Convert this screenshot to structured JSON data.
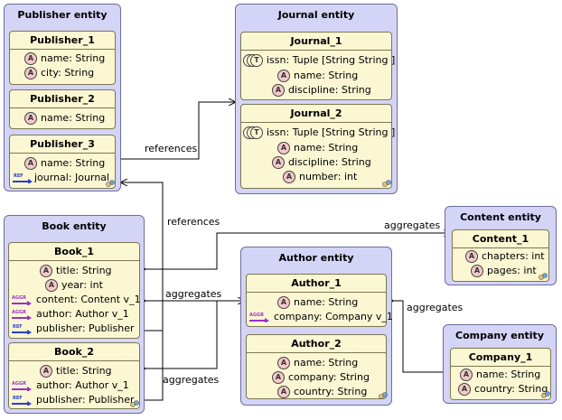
{
  "entities": {
    "publisher": {
      "title": "Publisher entity",
      "items": [
        {
          "name": "Publisher_1",
          "attrs": [
            "name: String",
            "city: String"
          ]
        },
        {
          "name": "Publisher_2",
          "attrs": [
            "name: String"
          ]
        },
        {
          "name": "Publisher_3",
          "attrs": [
            "name: String",
            "journal: Journal"
          ]
        }
      ]
    },
    "journal": {
      "title": "Journal entity",
      "items": [
        {
          "name": "Journal_1",
          "attrs": [
            "issn: Tuple [String String ]",
            "name: String",
            "discipline: String"
          ]
        },
        {
          "name": "Journal_2",
          "attrs": [
            "issn: Tuple [String String ]",
            "name: String",
            "discipline: String",
            "number: int"
          ]
        }
      ]
    },
    "book": {
      "title": "Book entity",
      "items": [
        {
          "name": "Book_1",
          "attrs": [
            "title: String",
            "year: int",
            "content: Content v_1",
            "author: Author v_1",
            "publisher: Publisher"
          ]
        },
        {
          "name": "Book_2",
          "attrs": [
            "title: String",
            "author: Author v_1",
            "publisher: Publisher"
          ]
        }
      ]
    },
    "author": {
      "title": "Author entity",
      "items": [
        {
          "name": "Author_1",
          "attrs": [
            "name: String",
            "company: Company v_1"
          ]
        },
        {
          "name": "Author_2",
          "attrs": [
            "name: String",
            "company: String",
            "country: String"
          ]
        }
      ]
    },
    "content": {
      "title": "Content entity",
      "items": [
        {
          "name": "Content_1",
          "attrs": [
            "chapters: int",
            "pages: int"
          ]
        }
      ]
    },
    "company": {
      "title": "Company entity",
      "items": [
        {
          "name": "Company_1",
          "attrs": [
            "name: String",
            "country: String"
          ]
        }
      ]
    }
  },
  "relations": {
    "references_1": "references",
    "references_2": "references",
    "aggregates_1": "aggregates",
    "aggregates_2": "aggregates",
    "aggregates_3": "aggregates",
    "aggregates_4": "aggregates"
  },
  "icons": {
    "attribute": "A",
    "tuple": "T",
    "ref": "REF",
    "aggr": "AGGR"
  },
  "colors": {
    "entity_fill": "#d4d4f7",
    "item_fill": "#fbf7d3",
    "attribute_icon": "#f4c9c9",
    "ref_arrow": "#2a3fd0",
    "aggr_arrow": "#9b30c8"
  }
}
